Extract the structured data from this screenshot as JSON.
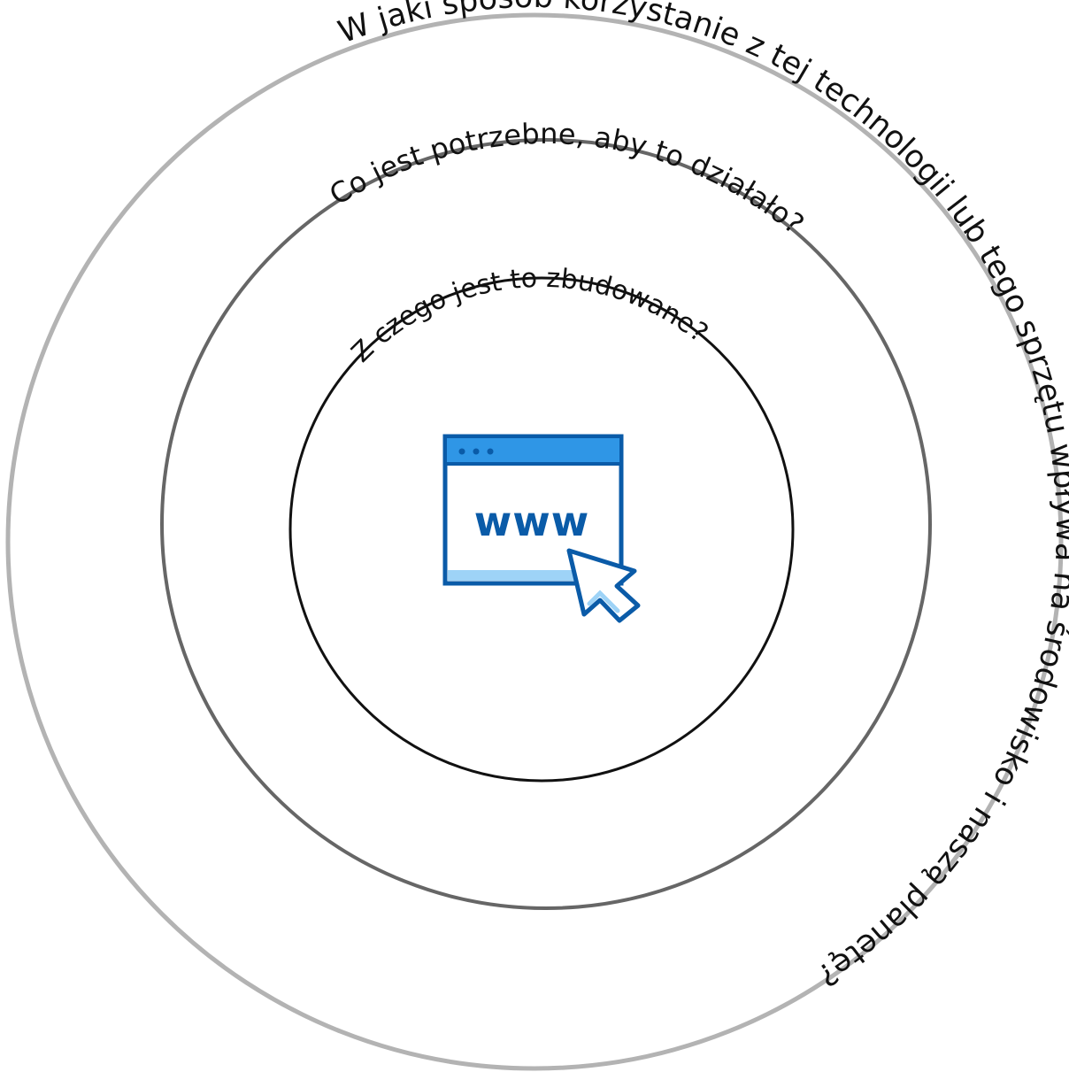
{
  "rings": {
    "outer": {
      "question": "W jaki sposób korzystanie z tej technologii lub tego sprzętu wpływa na środowisko i naszą planetę?",
      "stroke": "#b3b3b3"
    },
    "middle": {
      "question": "Co jest potrzebne, aby to działało?",
      "stroke": "#666666"
    },
    "inner": {
      "question": "Z czego jest to zbudowane?",
      "stroke": "#111111"
    }
  },
  "center_icon": {
    "name": "browser-window-www-icon",
    "label": "www",
    "colors": {
      "dark_blue": "#0a5ba8",
      "blue": "#2f96e6",
      "light_blue": "#9ed3f7",
      "white": "#ffffff"
    }
  }
}
